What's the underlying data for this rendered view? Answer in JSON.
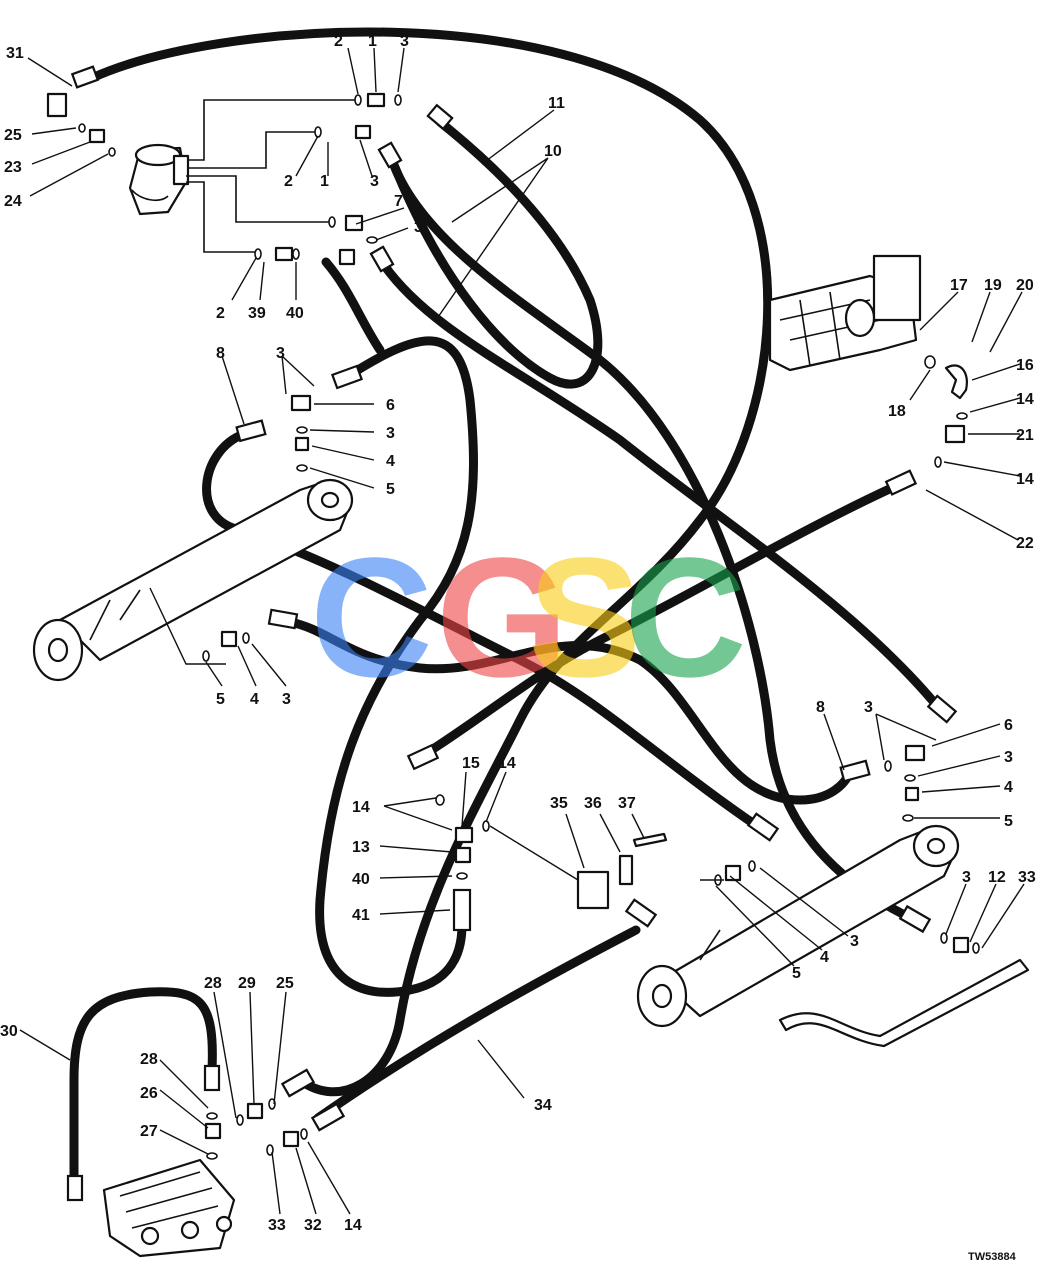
{
  "figure": {
    "drawing_number": "TW53884",
    "watermark": {
      "letters": [
        "C",
        "G",
        "S",
        "C"
      ],
      "colors": [
        "#3b82f6",
        "#ef4444",
        "#facc15",
        "#16a34a"
      ]
    }
  },
  "callouts": [
    {
      "id": "c31a",
      "text": "31"
    },
    {
      "id": "c2a",
      "text": "2"
    },
    {
      "id": "c1a",
      "text": "1"
    },
    {
      "id": "c3a",
      "text": "3"
    },
    {
      "id": "c11",
      "text": "11"
    },
    {
      "id": "c10",
      "text": "10"
    },
    {
      "id": "c25a",
      "text": "25"
    },
    {
      "id": "c23",
      "text": "23"
    },
    {
      "id": "c24",
      "text": "24"
    },
    {
      "id": "c2b",
      "text": "2"
    },
    {
      "id": "c1b",
      "text": "1"
    },
    {
      "id": "c3b",
      "text": "3"
    },
    {
      "id": "c7",
      "text": "7"
    },
    {
      "id": "c3c",
      "text": "3"
    },
    {
      "id": "c2c",
      "text": "2"
    },
    {
      "id": "c39",
      "text": "39"
    },
    {
      "id": "c40a",
      "text": "40"
    },
    {
      "id": "c17",
      "text": "17"
    },
    {
      "id": "c19",
      "text": "19"
    },
    {
      "id": "c20",
      "text": "20"
    },
    {
      "id": "c16",
      "text": "16"
    },
    {
      "id": "c18",
      "text": "18"
    },
    {
      "id": "c14a",
      "text": "14"
    },
    {
      "id": "c21",
      "text": "21"
    },
    {
      "id": "c14b",
      "text": "14"
    },
    {
      "id": "c22",
      "text": "22"
    },
    {
      "id": "c8a",
      "text": "8"
    },
    {
      "id": "c3d",
      "text": "3"
    },
    {
      "id": "c6a",
      "text": "6"
    },
    {
      "id": "c3e",
      "text": "3"
    },
    {
      "id": "c4a",
      "text": "4"
    },
    {
      "id": "c5a",
      "text": "5"
    },
    {
      "id": "c5b",
      "text": "5"
    },
    {
      "id": "c4b",
      "text": "4"
    },
    {
      "id": "c3f",
      "text": "3"
    },
    {
      "id": "c8b",
      "text": "8"
    },
    {
      "id": "c3g",
      "text": "3"
    },
    {
      "id": "c6b",
      "text": "6"
    },
    {
      "id": "c3h",
      "text": "3"
    },
    {
      "id": "c4c",
      "text": "4"
    },
    {
      "id": "c5c",
      "text": "5"
    },
    {
      "id": "c15",
      "text": "15"
    },
    {
      "id": "c14c",
      "text": "14"
    },
    {
      "id": "c14d",
      "text": "14"
    },
    {
      "id": "c13",
      "text": "13"
    },
    {
      "id": "c40b",
      "text": "40"
    },
    {
      "id": "c41",
      "text": "41"
    },
    {
      "id": "c35",
      "text": "35"
    },
    {
      "id": "c36",
      "text": "36"
    },
    {
      "id": "c37",
      "text": "37"
    },
    {
      "id": "c3i",
      "text": "3"
    },
    {
      "id": "c12",
      "text": "12"
    },
    {
      "id": "c33a",
      "text": "33"
    },
    {
      "id": "c3j",
      "text": "3"
    },
    {
      "id": "c4d",
      "text": "4"
    },
    {
      "id": "c5d",
      "text": "5"
    },
    {
      "id": "c28a",
      "text": "28"
    },
    {
      "id": "c29",
      "text": "29"
    },
    {
      "id": "c25b",
      "text": "25"
    },
    {
      "id": "c30",
      "text": "30"
    },
    {
      "id": "c28b",
      "text": "28"
    },
    {
      "id": "c26",
      "text": "26"
    },
    {
      "id": "c27",
      "text": "27"
    },
    {
      "id": "c34",
      "text": "34"
    },
    {
      "id": "c33b",
      "text": "33"
    },
    {
      "id": "c32",
      "text": "32"
    },
    {
      "id": "c14e",
      "text": "14"
    }
  ]
}
